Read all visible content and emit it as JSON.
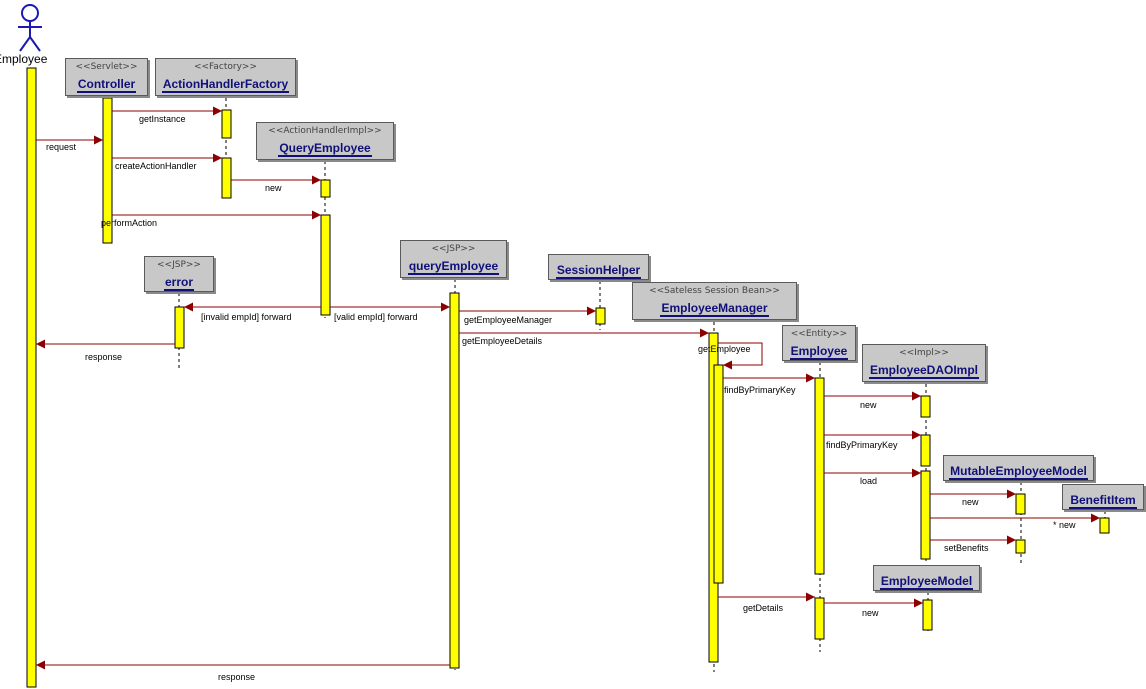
{
  "actor": {
    "name": "Employee"
  },
  "objects": [
    {
      "id": "controller",
      "stereotype": "<<Servlet>>",
      "name": "Controller"
    },
    {
      "id": "ahf",
      "stereotype": "<<Factory>>",
      "name": "ActionHandlerFactory"
    },
    {
      "id": "qe",
      "stereotype": "<<ActionHandlerImpl>>",
      "name": "QueryEmployee"
    },
    {
      "id": "error",
      "stereotype": "<<JSP>>",
      "name": "error"
    },
    {
      "id": "qjsp",
      "stereotype": "<<JSP>>",
      "name": "queryEmployee"
    },
    {
      "id": "sh",
      "stereotype": "",
      "name": "SessionHelper"
    },
    {
      "id": "em",
      "stereotype": "<<Sateless Session Bean>>",
      "name": "EmployeeManager"
    },
    {
      "id": "emp",
      "stereotype": "<<Entity>>",
      "name": "Employee"
    },
    {
      "id": "dao",
      "stereotype": "<<Impl>>",
      "name": "EmployeeDAOImpl"
    },
    {
      "id": "mem",
      "stereotype": "",
      "name": "MutableEmployeeModel"
    },
    {
      "id": "bi",
      "stereotype": "",
      "name": "BenefitItem"
    },
    {
      "id": "model",
      "stereotype": "",
      "name": "EmployeeModel"
    }
  ],
  "messages": [
    {
      "id": "m1",
      "label": "request"
    },
    {
      "id": "m2",
      "label": "getInstance"
    },
    {
      "id": "m3",
      "label": "createActionHandler"
    },
    {
      "id": "m4",
      "label": "new"
    },
    {
      "id": "m5",
      "label": "performAction"
    },
    {
      "id": "m6",
      "label": "[invalid empId] forward"
    },
    {
      "id": "m7",
      "label": "[valid empId] forward"
    },
    {
      "id": "m8",
      "label": "response"
    },
    {
      "id": "m9",
      "label": "getEmployeeManager"
    },
    {
      "id": "m10",
      "label": "getEmployeeDetails"
    },
    {
      "id": "m11",
      "label": "getEmployee"
    },
    {
      "id": "m12",
      "label": "findByPrimaryKey"
    },
    {
      "id": "m13",
      "label": "new"
    },
    {
      "id": "m14",
      "label": "findByPrimaryKey"
    },
    {
      "id": "m15",
      "label": "load"
    },
    {
      "id": "m16",
      "label": "new"
    },
    {
      "id": "m17",
      "label": "* new"
    },
    {
      "id": "m18",
      "label": "setBenefits"
    },
    {
      "id": "m19",
      "label": "getDetails"
    },
    {
      "id": "m20",
      "label": "new"
    },
    {
      "id": "m21",
      "label": "response"
    }
  ],
  "colors": {
    "activation": "#ffff00",
    "message": "#8b0000",
    "object_box": "#c8c8c8",
    "object_name": "#10107a",
    "actor": "#1a1ab0"
  }
}
